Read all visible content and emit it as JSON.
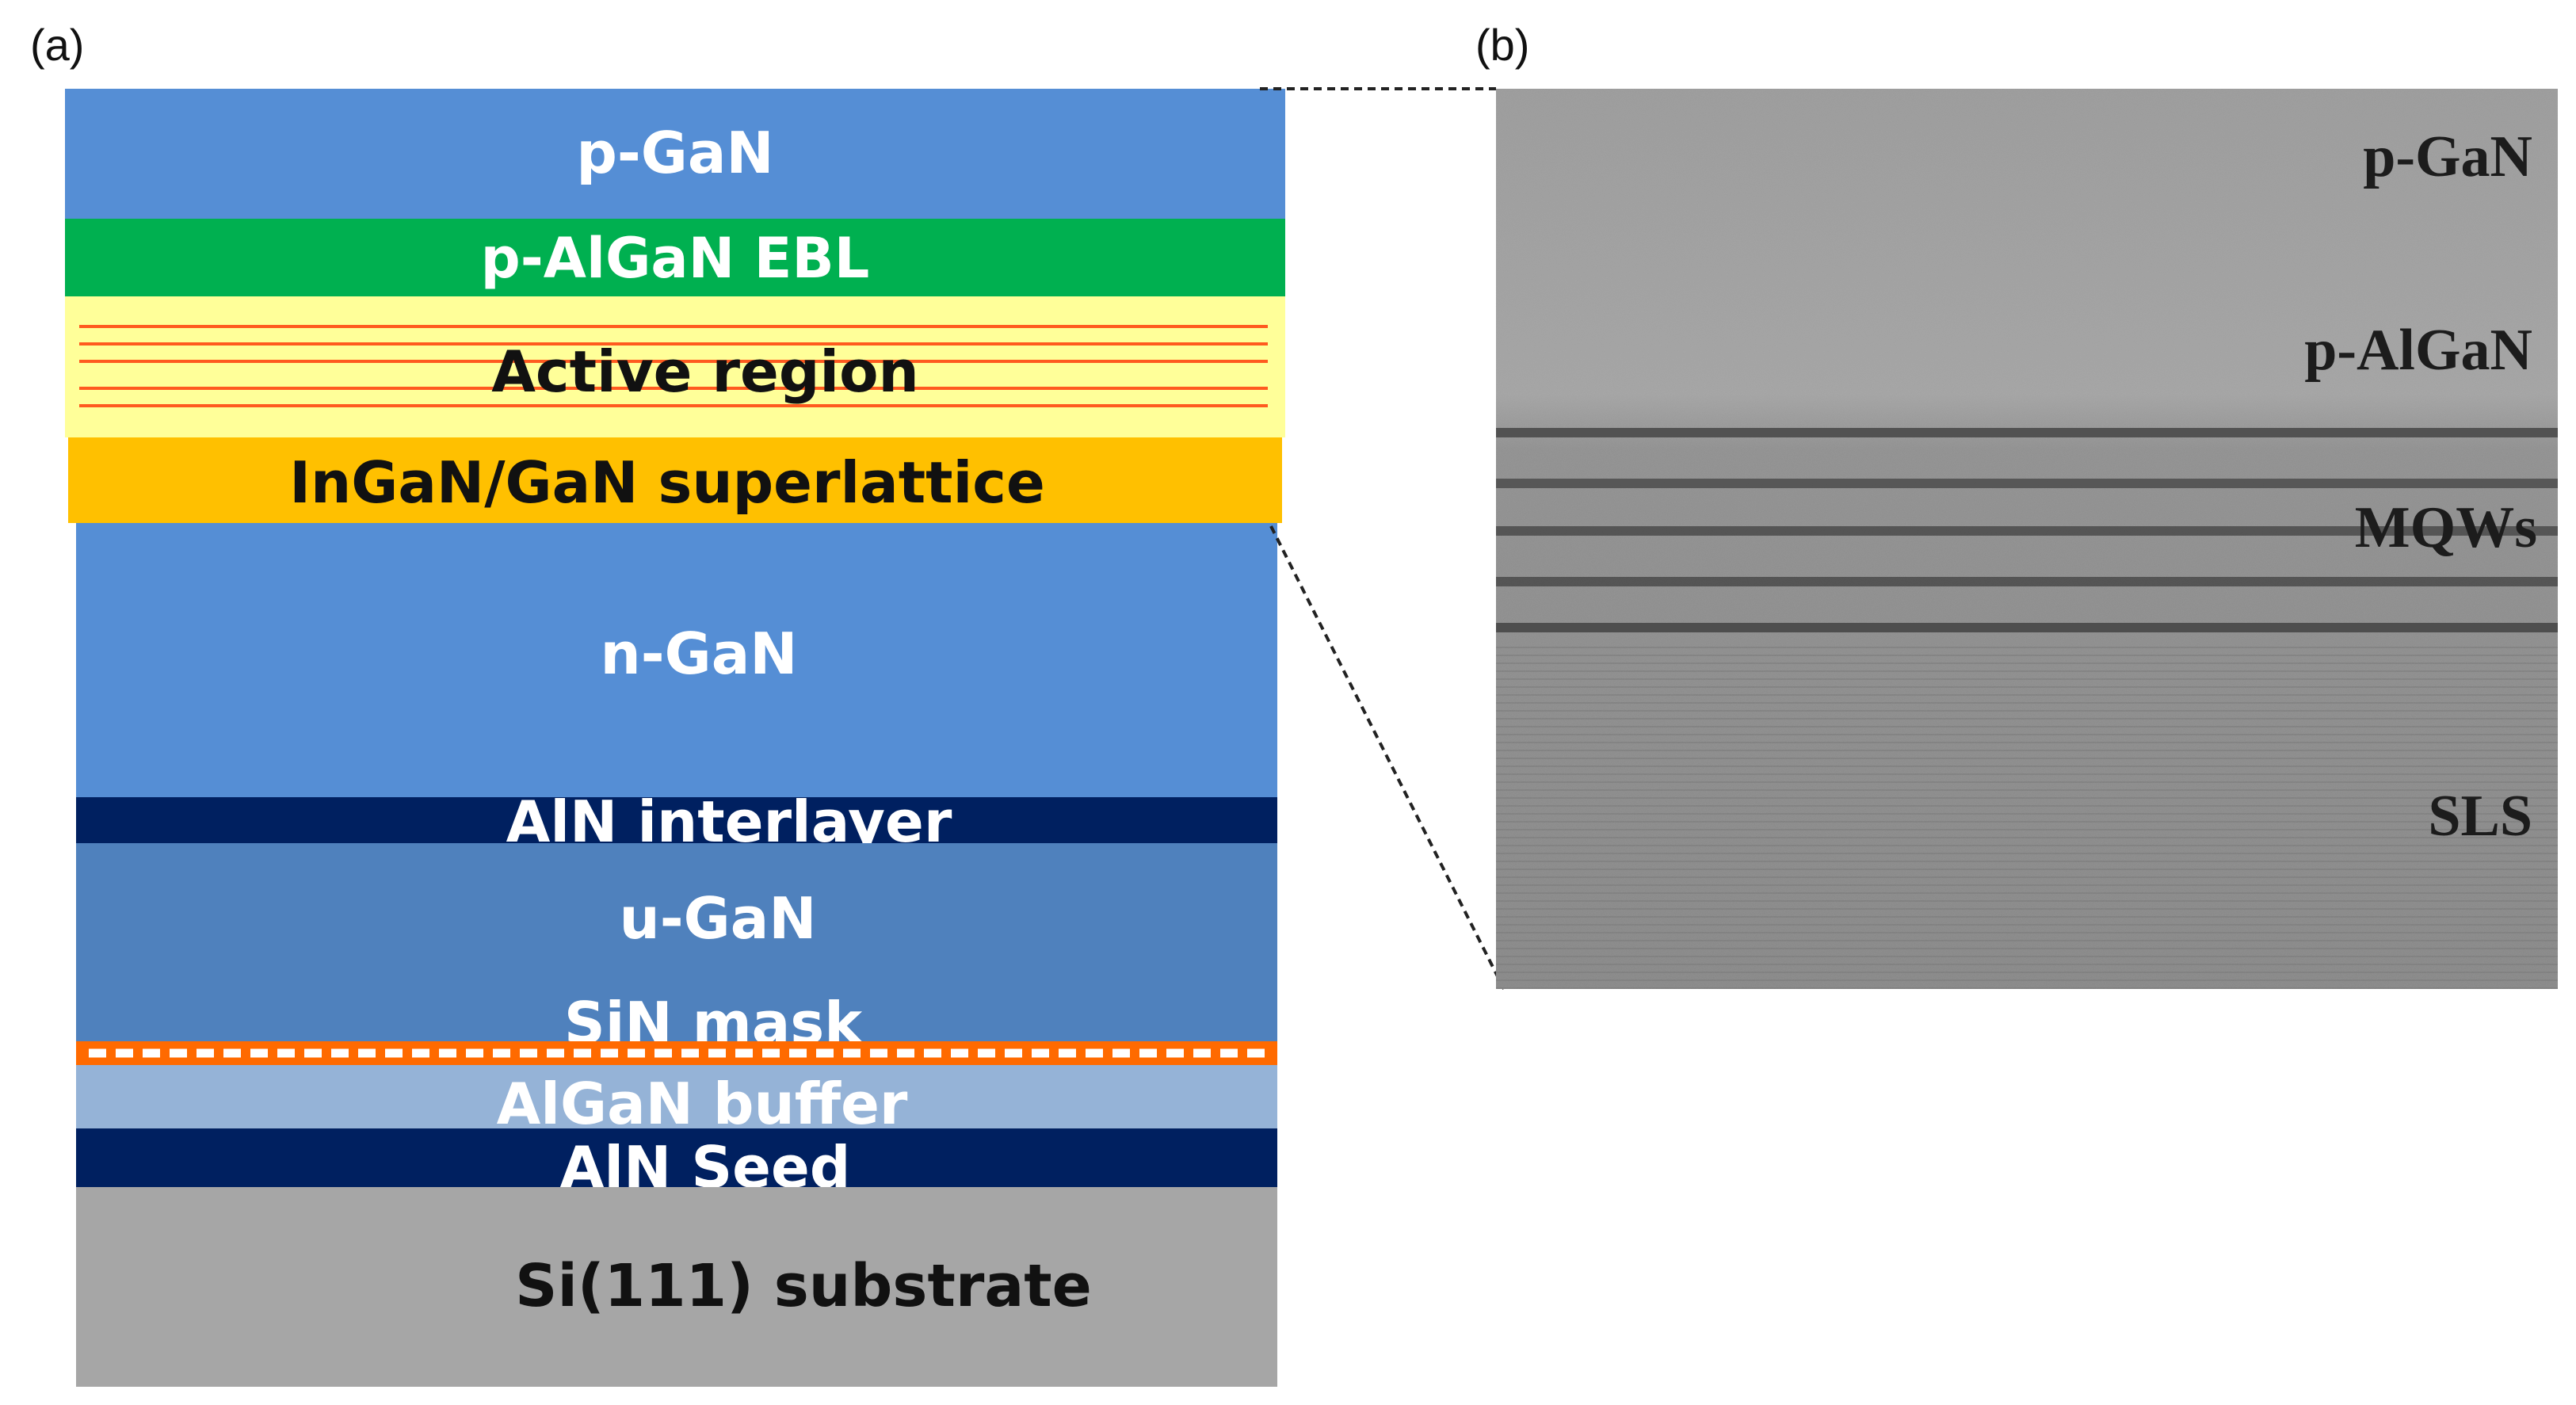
{
  "panels": {
    "a": "(a)",
    "b": "(b)"
  },
  "stack": {
    "layers": [
      {
        "key": "p-gan",
        "label": "p-GaN",
        "color": "#558ed5",
        "text_color": "#ffffff"
      },
      {
        "key": "ebl",
        "label": "p-AlGaN EBL",
        "color": "#00b050",
        "text_color": "#ffffff"
      },
      {
        "key": "active",
        "label": "Active region",
        "color": "#ffff99",
        "text_color": "#111111",
        "line_color": "#ff5a1f"
      },
      {
        "key": "sl",
        "label": "InGaN/GaN superlattice",
        "color": "#ffc000",
        "text_color": "#111111"
      },
      {
        "key": "n-gan",
        "label": "n-GaN",
        "color": "#558ed5",
        "text_color": "#ffffff"
      },
      {
        "key": "aln-inter",
        "label": "AlN interlayer",
        "color": "#002060",
        "text_color": "#ffffff"
      },
      {
        "key": "u-gan",
        "label": "u-GaN",
        "color": "#4f81bd",
        "text_color": "#ffffff"
      },
      {
        "key": "sin",
        "label": "SiN mask",
        "color": "#4f81bd",
        "text_color": "#ffffff",
        "mask_color": "#ff6a00"
      },
      {
        "key": "algan-buffer",
        "label": "AlGaN buffer",
        "color": "#95b3d7",
        "text_color": "#ffffff"
      },
      {
        "key": "aln-seed",
        "label": "AlN Seed",
        "color": "#002060",
        "text_color": "#ffffff"
      },
      {
        "key": "si",
        "label": "Si(111) substrate",
        "color": "#a6a6a6",
        "text_color": "#111111"
      }
    ]
  },
  "tem": {
    "labels": {
      "p_gan": "p-GaN",
      "p_algan": "p-AlGaN",
      "mqws": "MQWs",
      "sls": "SLS"
    },
    "base_color": "#8a8a8a",
    "top_color": "#9c9c9c"
  }
}
